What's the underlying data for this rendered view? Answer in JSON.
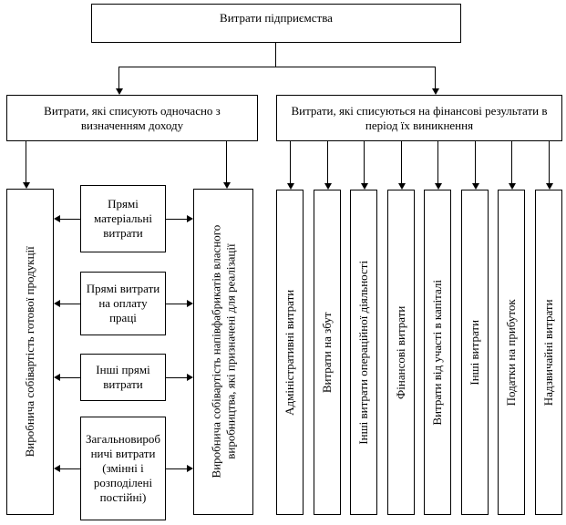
{
  "diagram": {
    "root": {
      "label": "Витрати підприємства"
    },
    "branch_left": {
      "label": "Витрати, які списують одночасно з визначенням доходу"
    },
    "branch_right": {
      "label": "Витрати, які списуються на фінансові результати в період їх виникнення"
    },
    "left_group": {
      "result_finished_goods": {
        "label": "Виробнича собівартість готової продукції"
      },
      "result_semifinished": {
        "label": "Виробнича собівартість напівфабрикатів власного виробництва, які призначені для реалізації"
      },
      "cost_items": [
        "Прямі матеріальні витрати",
        "Прямі витрати на оплату праці",
        "Інші прямі витрати",
        "Загальновиробничі витрати (змінні і розподілені постійні)"
      ]
    },
    "right_group": {
      "items": [
        "Адміністративні витрати",
        "Витрати на збут",
        "Інші витрати операційної діяльності",
        "Фінансові витрати",
        "Витрати від участі в капіталі",
        "Інші витрати",
        "Податки на прибуток",
        "Надзвичайні витрати"
      ]
    },
    "colors": {
      "border": "#000000",
      "background": "#ffffff",
      "line": "#000000"
    }
  }
}
